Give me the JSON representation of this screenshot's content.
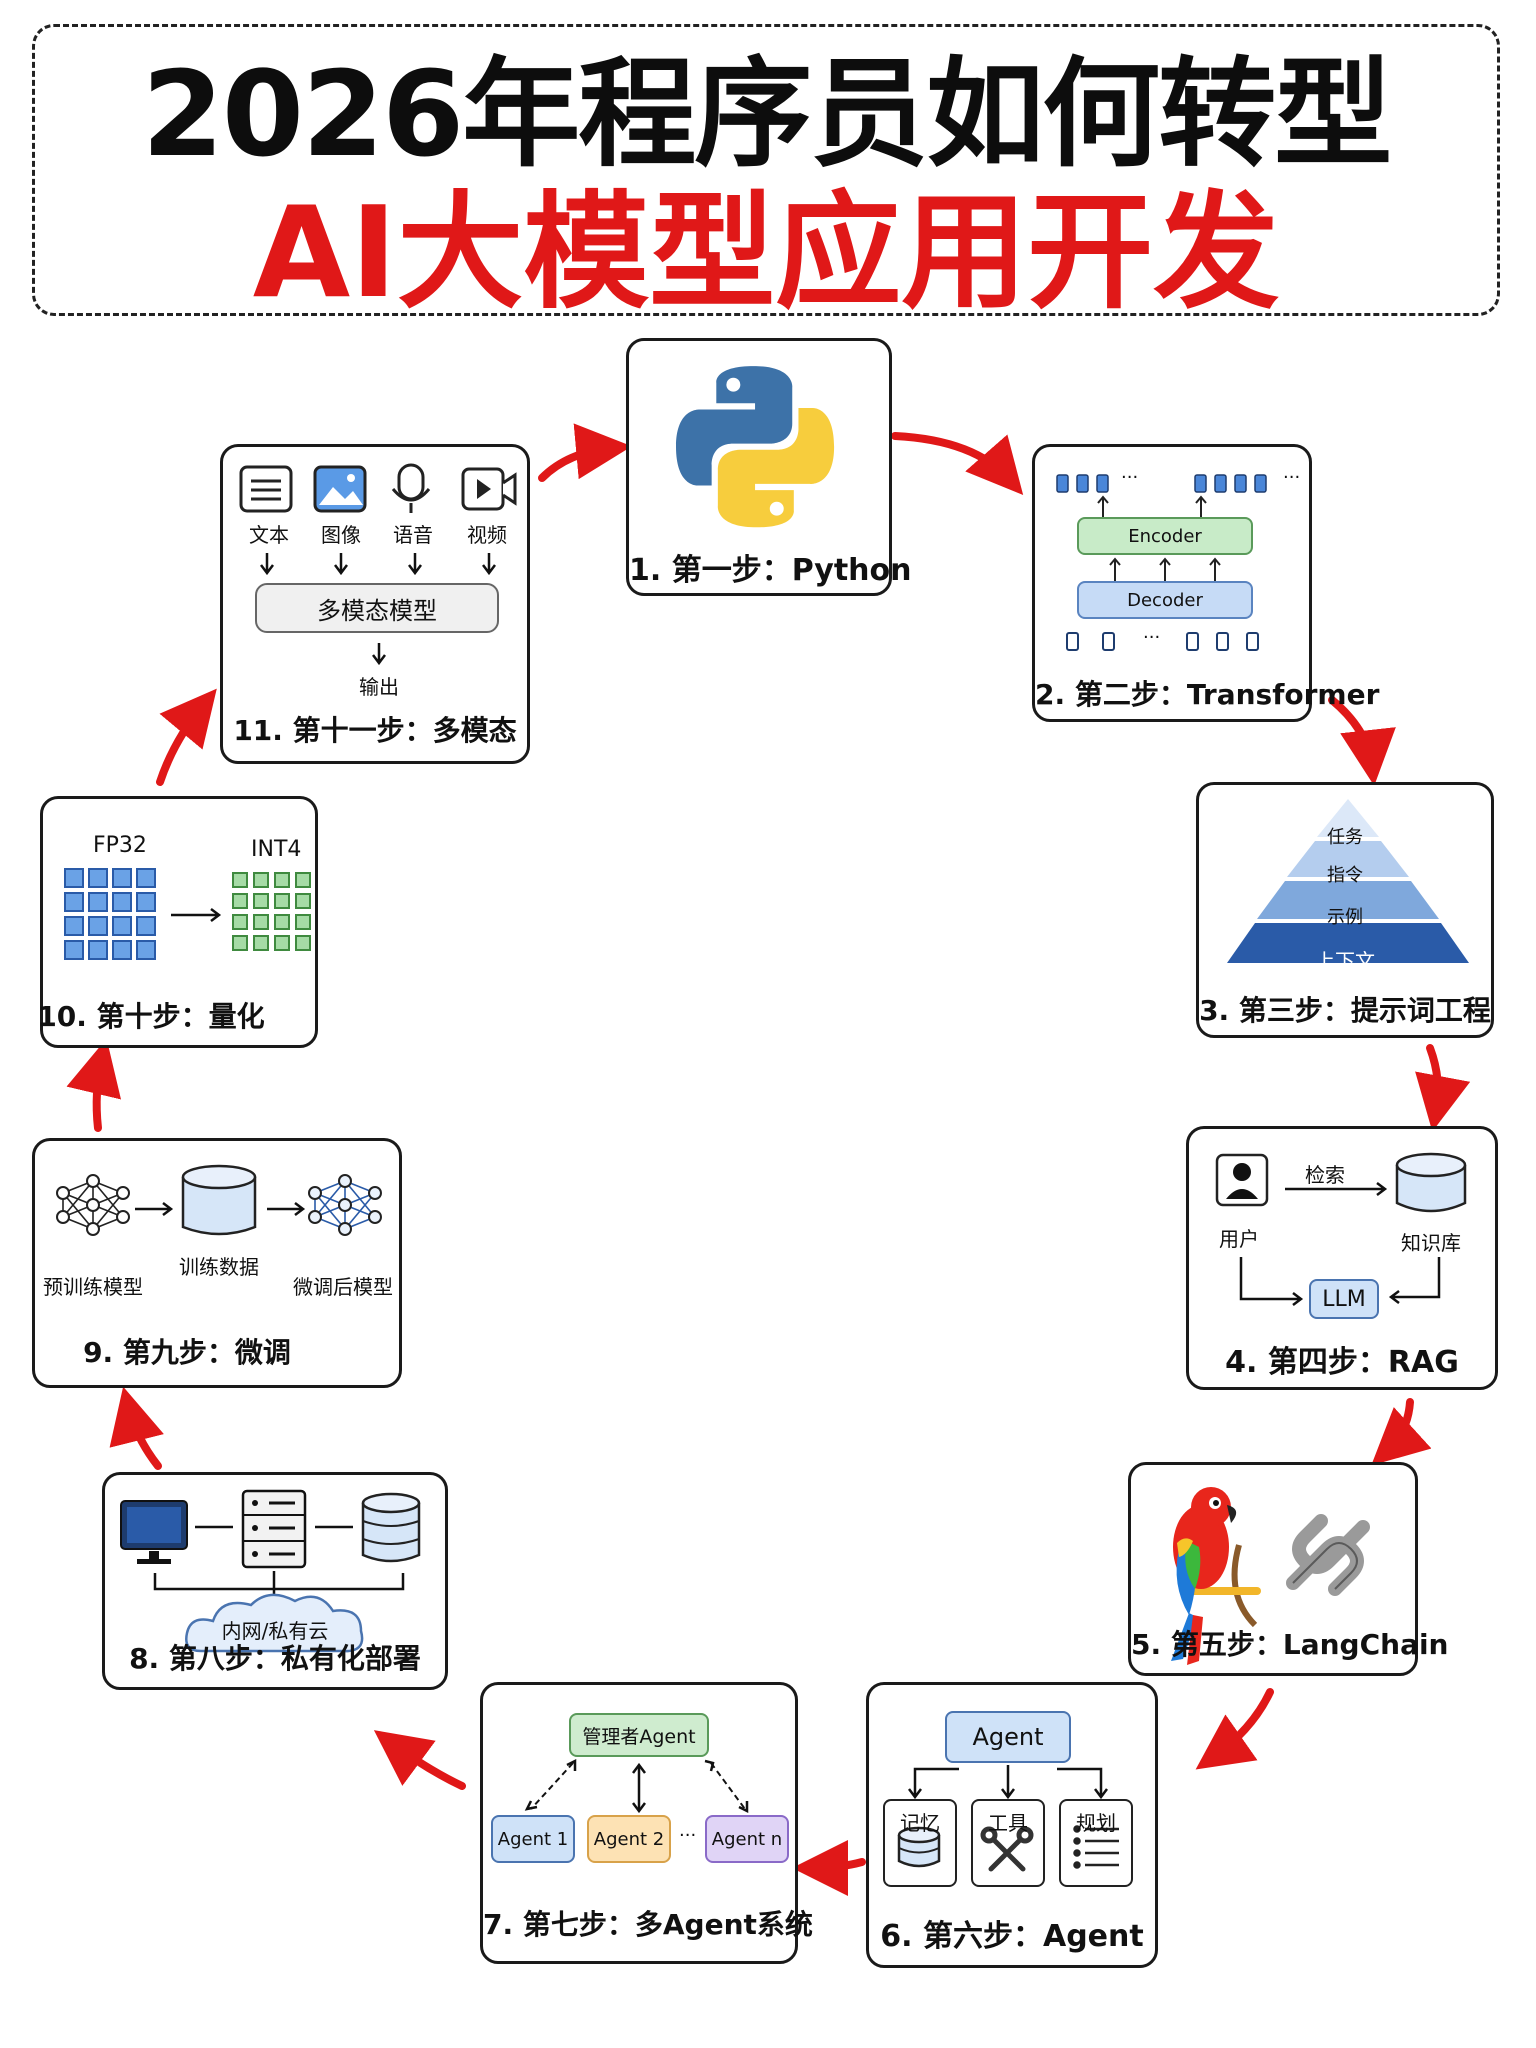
{
  "header": {
    "title_line1": "2026年程序员如何转型",
    "title_line2": "AI大模型应用开发"
  },
  "steps": {
    "s1": {
      "caption": "1. 第一步：Python"
    },
    "s2": {
      "caption": "2. 第二步：Transformer",
      "encoder": "Encoder",
      "decoder": "Decoder",
      "ellipsis": "···"
    },
    "s3": {
      "caption": "3. 第三步：提示词工程",
      "layers": [
        "任务",
        "指令",
        "示例",
        "上下文"
      ]
    },
    "s4": {
      "caption": "4. 第四步：RAG",
      "user": "用户",
      "retrieve": "检索",
      "kb": "知识库",
      "llm": "LLM"
    },
    "s5": {
      "caption": "5. 第五步：LangChain"
    },
    "s6": {
      "caption": "6. 第六步：Agent",
      "agent": "Agent",
      "memory": "记忆",
      "tools": "工具",
      "plan": "规划"
    },
    "s7": {
      "caption": "7. 第七步：多Agent系统",
      "manager": "管理者Agent",
      "a1": "Agent 1",
      "a2": "Agent 2",
      "an": "Agent n",
      "dots": "···"
    },
    "s8": {
      "caption": "8. 第八步：私有化部署",
      "cloud": "内网/私有云"
    },
    "s9": {
      "caption": "9. 第九步：微调",
      "pre": "预训练模型",
      "data": "训练数据",
      "post": "微调后模型"
    },
    "s10": {
      "caption": "10. 第十步：量化",
      "fp": "FP32",
      "int": "INT4"
    },
    "s11": {
      "caption": "11. 第十一步：多模态",
      "text": "文本",
      "image": "图像",
      "voice": "语音",
      "video": "视频",
      "model": "多模态模型",
      "output": "输出"
    }
  },
  "colors": {
    "accent_red": "#e01818",
    "python_blue": "#3d72a8",
    "python_yellow": "#f7cd3d"
  }
}
